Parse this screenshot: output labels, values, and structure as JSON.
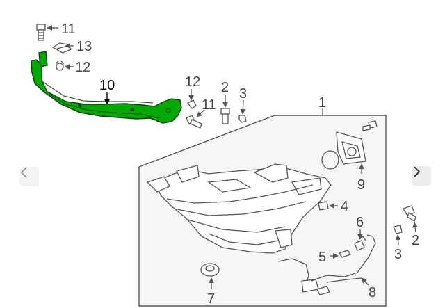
{
  "colors": {
    "highlight": "#00aa00",
    "line": "#555555",
    "nav_bg": "#f0f0f0"
  },
  "icons": {
    "prev": "chevron-left-icon",
    "next": "chevron-right-icon"
  },
  "callouts": [
    {
      "id": "c11a",
      "text": "11"
    },
    {
      "id": "c13",
      "text": "13"
    },
    {
      "id": "c12a",
      "text": "12"
    },
    {
      "id": "c10",
      "text": "10"
    },
    {
      "id": "c12b",
      "text": "12"
    },
    {
      "id": "c11b",
      "text": "11"
    },
    {
      "id": "c2a",
      "text": "2"
    },
    {
      "id": "c3a",
      "text": "3"
    },
    {
      "id": "c1",
      "text": "1"
    },
    {
      "id": "c9",
      "text": "9"
    },
    {
      "id": "c4",
      "text": "4"
    },
    {
      "id": "c6",
      "text": "6"
    },
    {
      "id": "c5",
      "text": "5"
    },
    {
      "id": "c2b",
      "text": "2"
    },
    {
      "id": "c3b",
      "text": "3"
    },
    {
      "id": "c7",
      "text": "7"
    },
    {
      "id": "c8",
      "text": "8"
    }
  ]
}
